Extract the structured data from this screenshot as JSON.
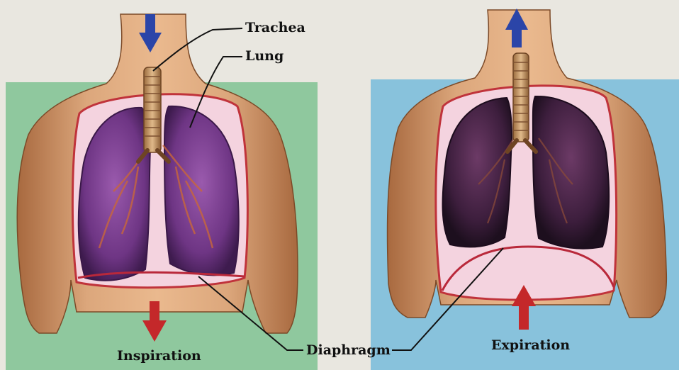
{
  "labels": {
    "trachea": "Trachea",
    "lung": "Lung",
    "diaphragm": "Diaphragm",
    "inspiration": "Inspiration",
    "expiration": "Expiration"
  },
  "arrows": {
    "inspiration_air": "down",
    "inspiration_diaphragm": "down",
    "expiration_air": "up",
    "expiration_diaphragm": "up"
  },
  "colors": {
    "inspiration_bg": "#8fc89e",
    "expiration_bg": "#88c2dc",
    "skin": "#d9a37a",
    "lung_inhale": "#7a3e8e",
    "lung_exhale": "#3c1f3c",
    "air_arrow": "#2b45a8",
    "diaphragm_arrow": "#c4282a"
  }
}
